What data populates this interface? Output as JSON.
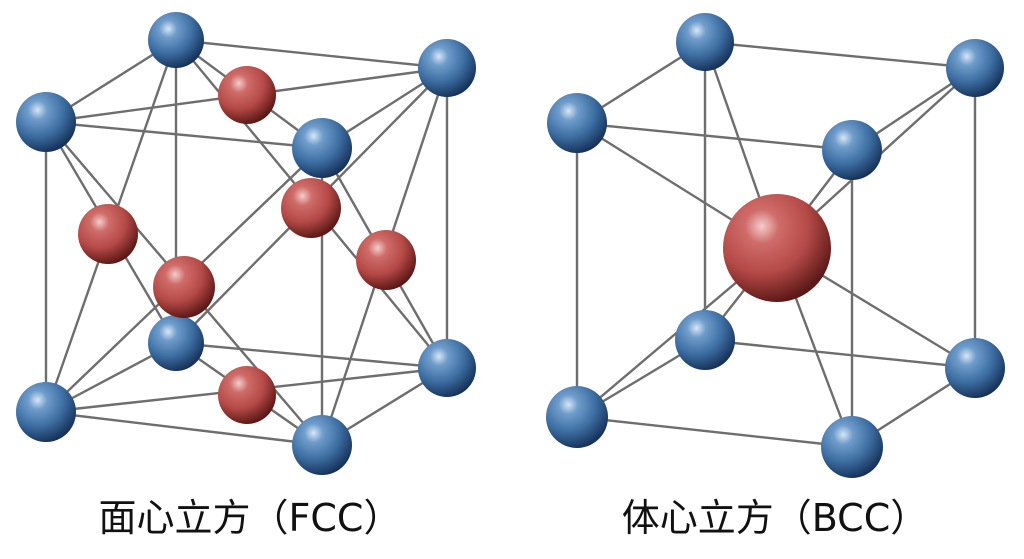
{
  "structures": [
    {
      "id": "fcc",
      "caption": "面心立方（FCC）",
      "corner_atom_color": "#3e6fa3",
      "center_atom_color": "#b54a47"
    },
    {
      "id": "bcc",
      "caption": "体心立方（BCC）",
      "corner_atom_color": "#3e6fa3",
      "center_atom_color": "#b54a47"
    }
  ],
  "bond_color": "#6e6e6e"
}
